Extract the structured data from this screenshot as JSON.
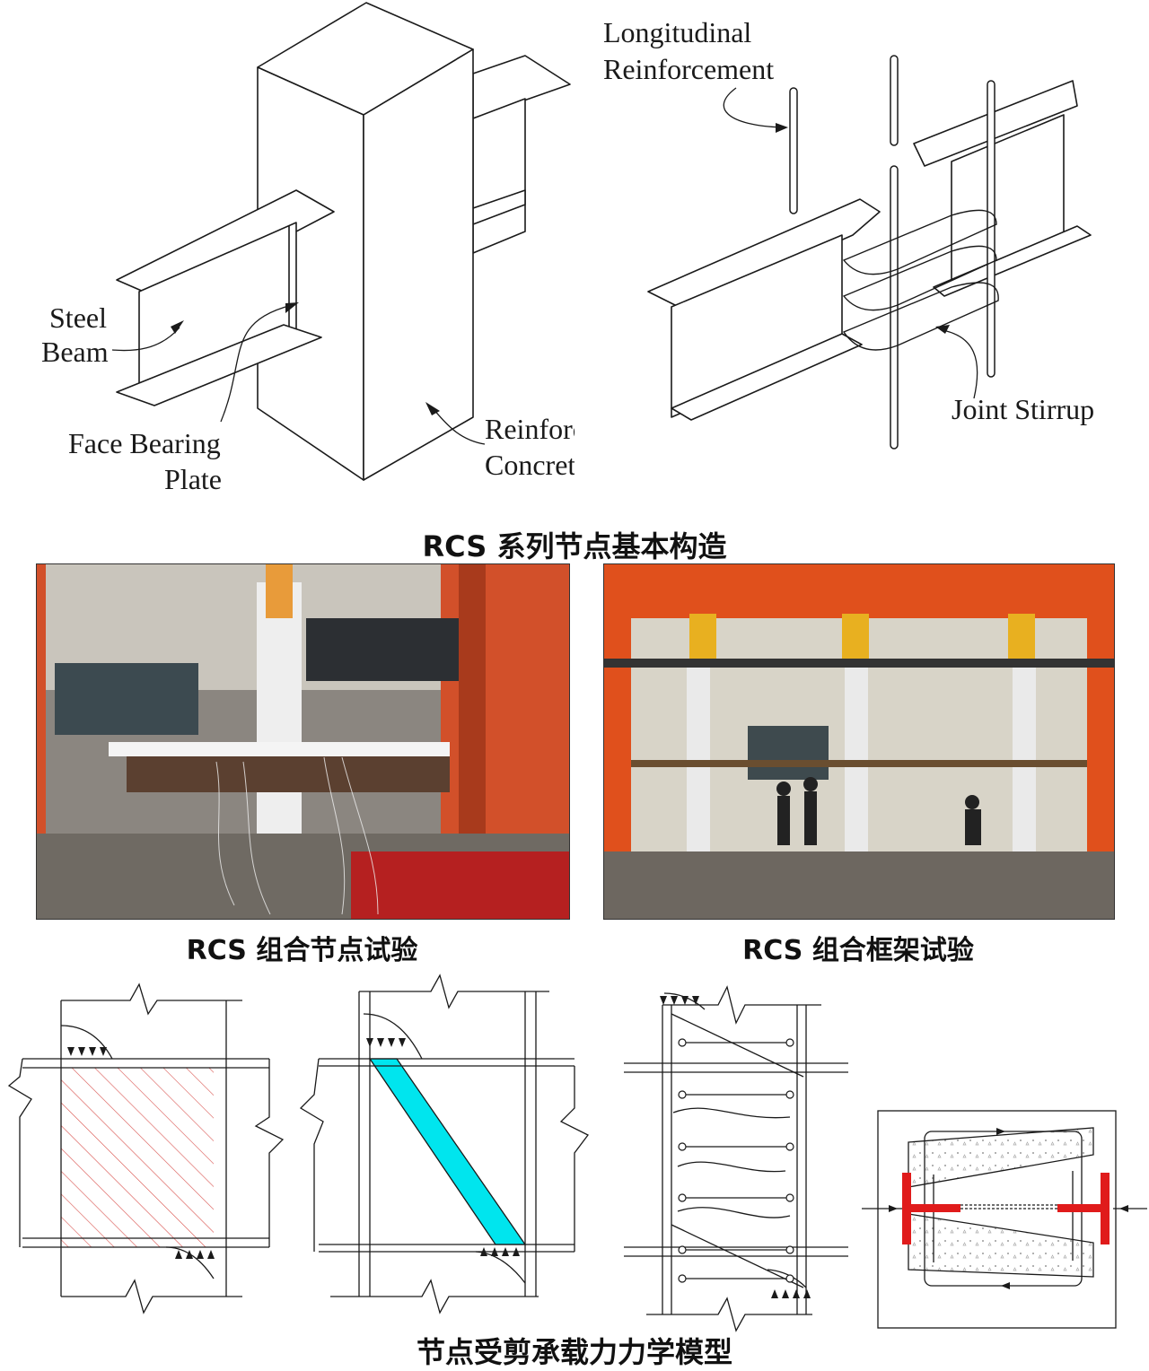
{
  "diagrams": {
    "left": {
      "label_steel_beam_line1": "Steel",
      "label_steel_beam_line2": "Beam",
      "label_face_bearing_line1": "Face Bearing",
      "label_face_bearing_line2": "Plate",
      "label_column_line1": "Reinforced",
      "label_column_line2": "Concrete Column"
    },
    "right": {
      "label_longitudinal_line1": "Longitudinal",
      "label_longitudinal_line2": "Reinforcement",
      "label_joint_stirrup": "Joint Stirrup"
    }
  },
  "captions": {
    "top": "RCS 系列节点基本构造",
    "photo_left": "RCS 组合节点试验",
    "photo_right": "RCS 组合框架试验",
    "bottom": "节点受剪承载力力学模型"
  },
  "colors": {
    "line": "#1a1a1a",
    "hatch": "#d9534f",
    "strut": "#00e5ee",
    "steel_red": "#e01b1b",
    "frame_orange": "#e0501c"
  }
}
